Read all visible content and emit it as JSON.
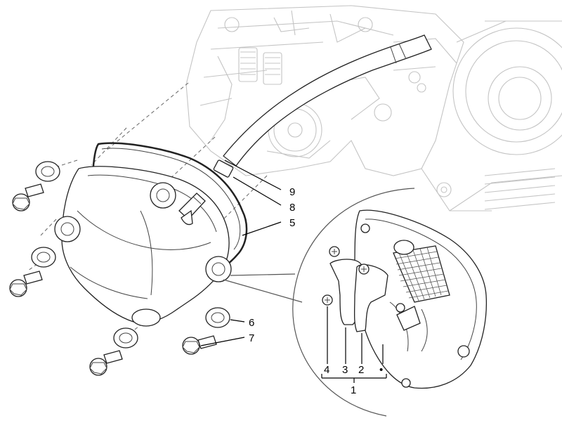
{
  "callouts": {
    "n1": "1",
    "n2": "2",
    "n3": "3",
    "n4": "4",
    "n5": "5",
    "n6": "6",
    "n7": "7",
    "n8": "8",
    "n9": "9",
    "dot": "•"
  }
}
